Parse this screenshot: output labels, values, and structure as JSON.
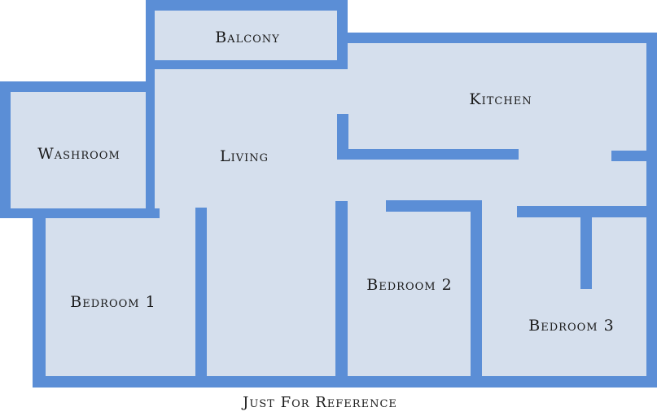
{
  "colors": {
    "floor": "#d5dfed",
    "wall": "#5b8ed6"
  },
  "rooms": {
    "balcony": "Balcony",
    "kitchen": "Kitchen",
    "washroom": "Washroom",
    "living": "Living",
    "bedroom1": "Bedroom 1",
    "bedroom2": "Bedroom 2",
    "bedroom3": "Bedroom 3"
  },
  "caption": "Just For Reference"
}
